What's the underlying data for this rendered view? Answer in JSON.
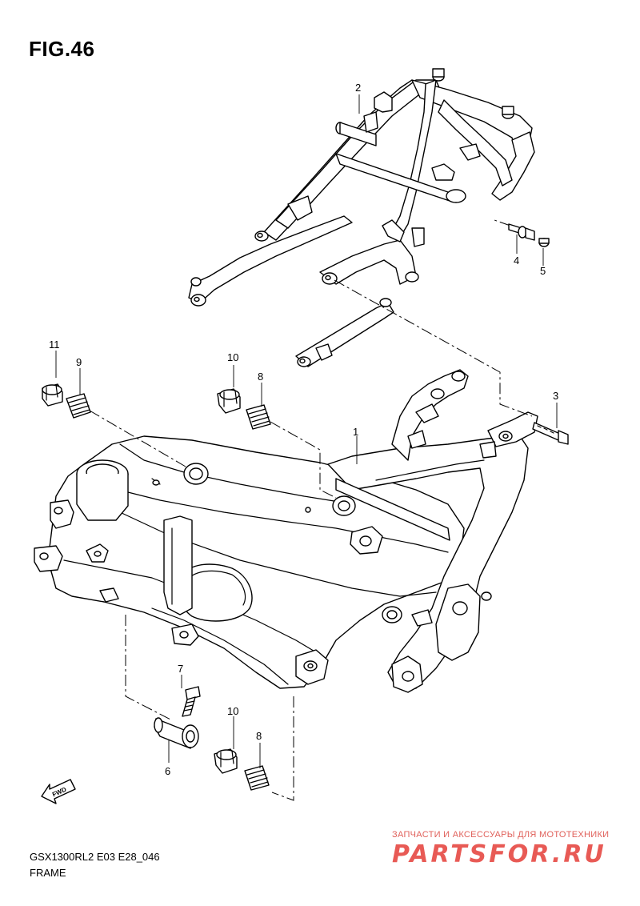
{
  "figure": {
    "title": "FIG.46"
  },
  "callouts": [
    "1",
    "2",
    "3",
    "4",
    "5",
    "6",
    "7",
    "8",
    "8",
    "9",
    "10",
    "10",
    "11"
  ],
  "footer": {
    "model_code": "GSX1300RL2 E03 E28_046",
    "section_name": "FRAME"
  },
  "watermark": {
    "tagline": "ЗАПЧАСТИ И АКСЕССУАРЫ ДЛЯ МОТОТЕХНИКИ",
    "logo": "PARTSFOR.RU"
  },
  "fwd_label": "FWD"
}
